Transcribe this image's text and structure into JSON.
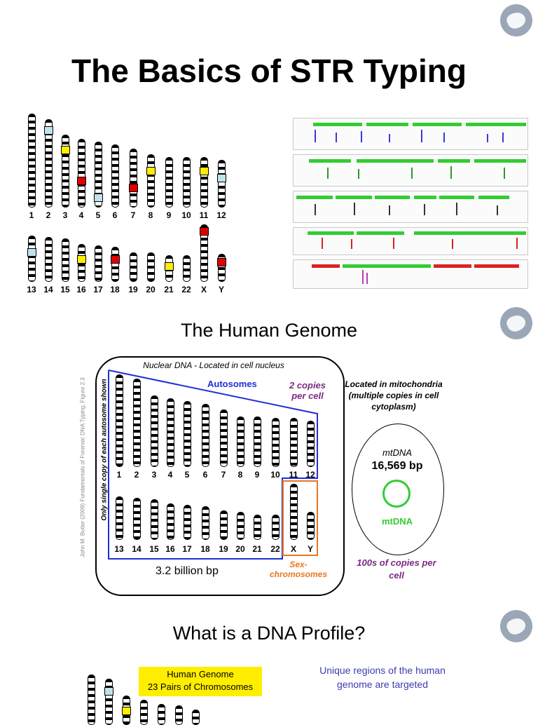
{
  "slide1": {
    "title": "The Basics of STR Typing",
    "row1_labels": [
      "1",
      "2",
      "3",
      "4",
      "5",
      "6",
      "7",
      "8",
      "9",
      "10",
      "11",
      "12"
    ],
    "row2_labels": [
      "13",
      "14",
      "15",
      "16",
      "17",
      "18",
      "19",
      "20",
      "21",
      "22",
      "X",
      "Y"
    ]
  },
  "slide2": {
    "title": "The Human Genome",
    "nuclear_label": "Nuclear DNA - Located in cell nucleus",
    "autosomes_label": "Autosomes",
    "copies_label": "2 copies per cell",
    "single_copy_note": "Only single copy of each autosome shown",
    "citation": "John M. Butler (2009) Fundamentals of Forensic DNA Typing, Figure 2.3",
    "row1_labels": [
      "1",
      "2",
      "3",
      "4",
      "5",
      "6",
      "7",
      "8",
      "9",
      "10",
      "11",
      "12"
    ],
    "row2_labels": [
      "13",
      "14",
      "15",
      "16",
      "17",
      "18",
      "19",
      "20",
      "21",
      "22",
      "X",
      "Y"
    ],
    "genome_size": "3.2 billion bp",
    "sex_label": "Sex-chromosomes",
    "mito_location": "Located in mitochondria (multiple copies in cell cytoplasm)",
    "mtdna_italic": "mtDNA",
    "mtdna_size": "16,569 bp",
    "mtdna_label": "mtDNA",
    "mt_copies": "100s of copies per cell"
  },
  "slide3": {
    "title": "What is a DNA Profile?",
    "box_line1": "Human Genome",
    "box_line2": "23 Pairs of Chromosomes",
    "unique_regions": "Unique regions of the human genome are targeted"
  },
  "colors": {
    "autosome_box": "#1f2fd6",
    "sex_box": "#e87722",
    "purple_text": "#7b2a83",
    "mtdna_green": "#33cc33",
    "str_marker_red": "#e00000",
    "str_marker_yellow": "#ffee00",
    "str_marker_blue": "#bfe3ea",
    "slide3_box": "#ffee00",
    "slide3_text_blue": "#3b3bb0"
  }
}
